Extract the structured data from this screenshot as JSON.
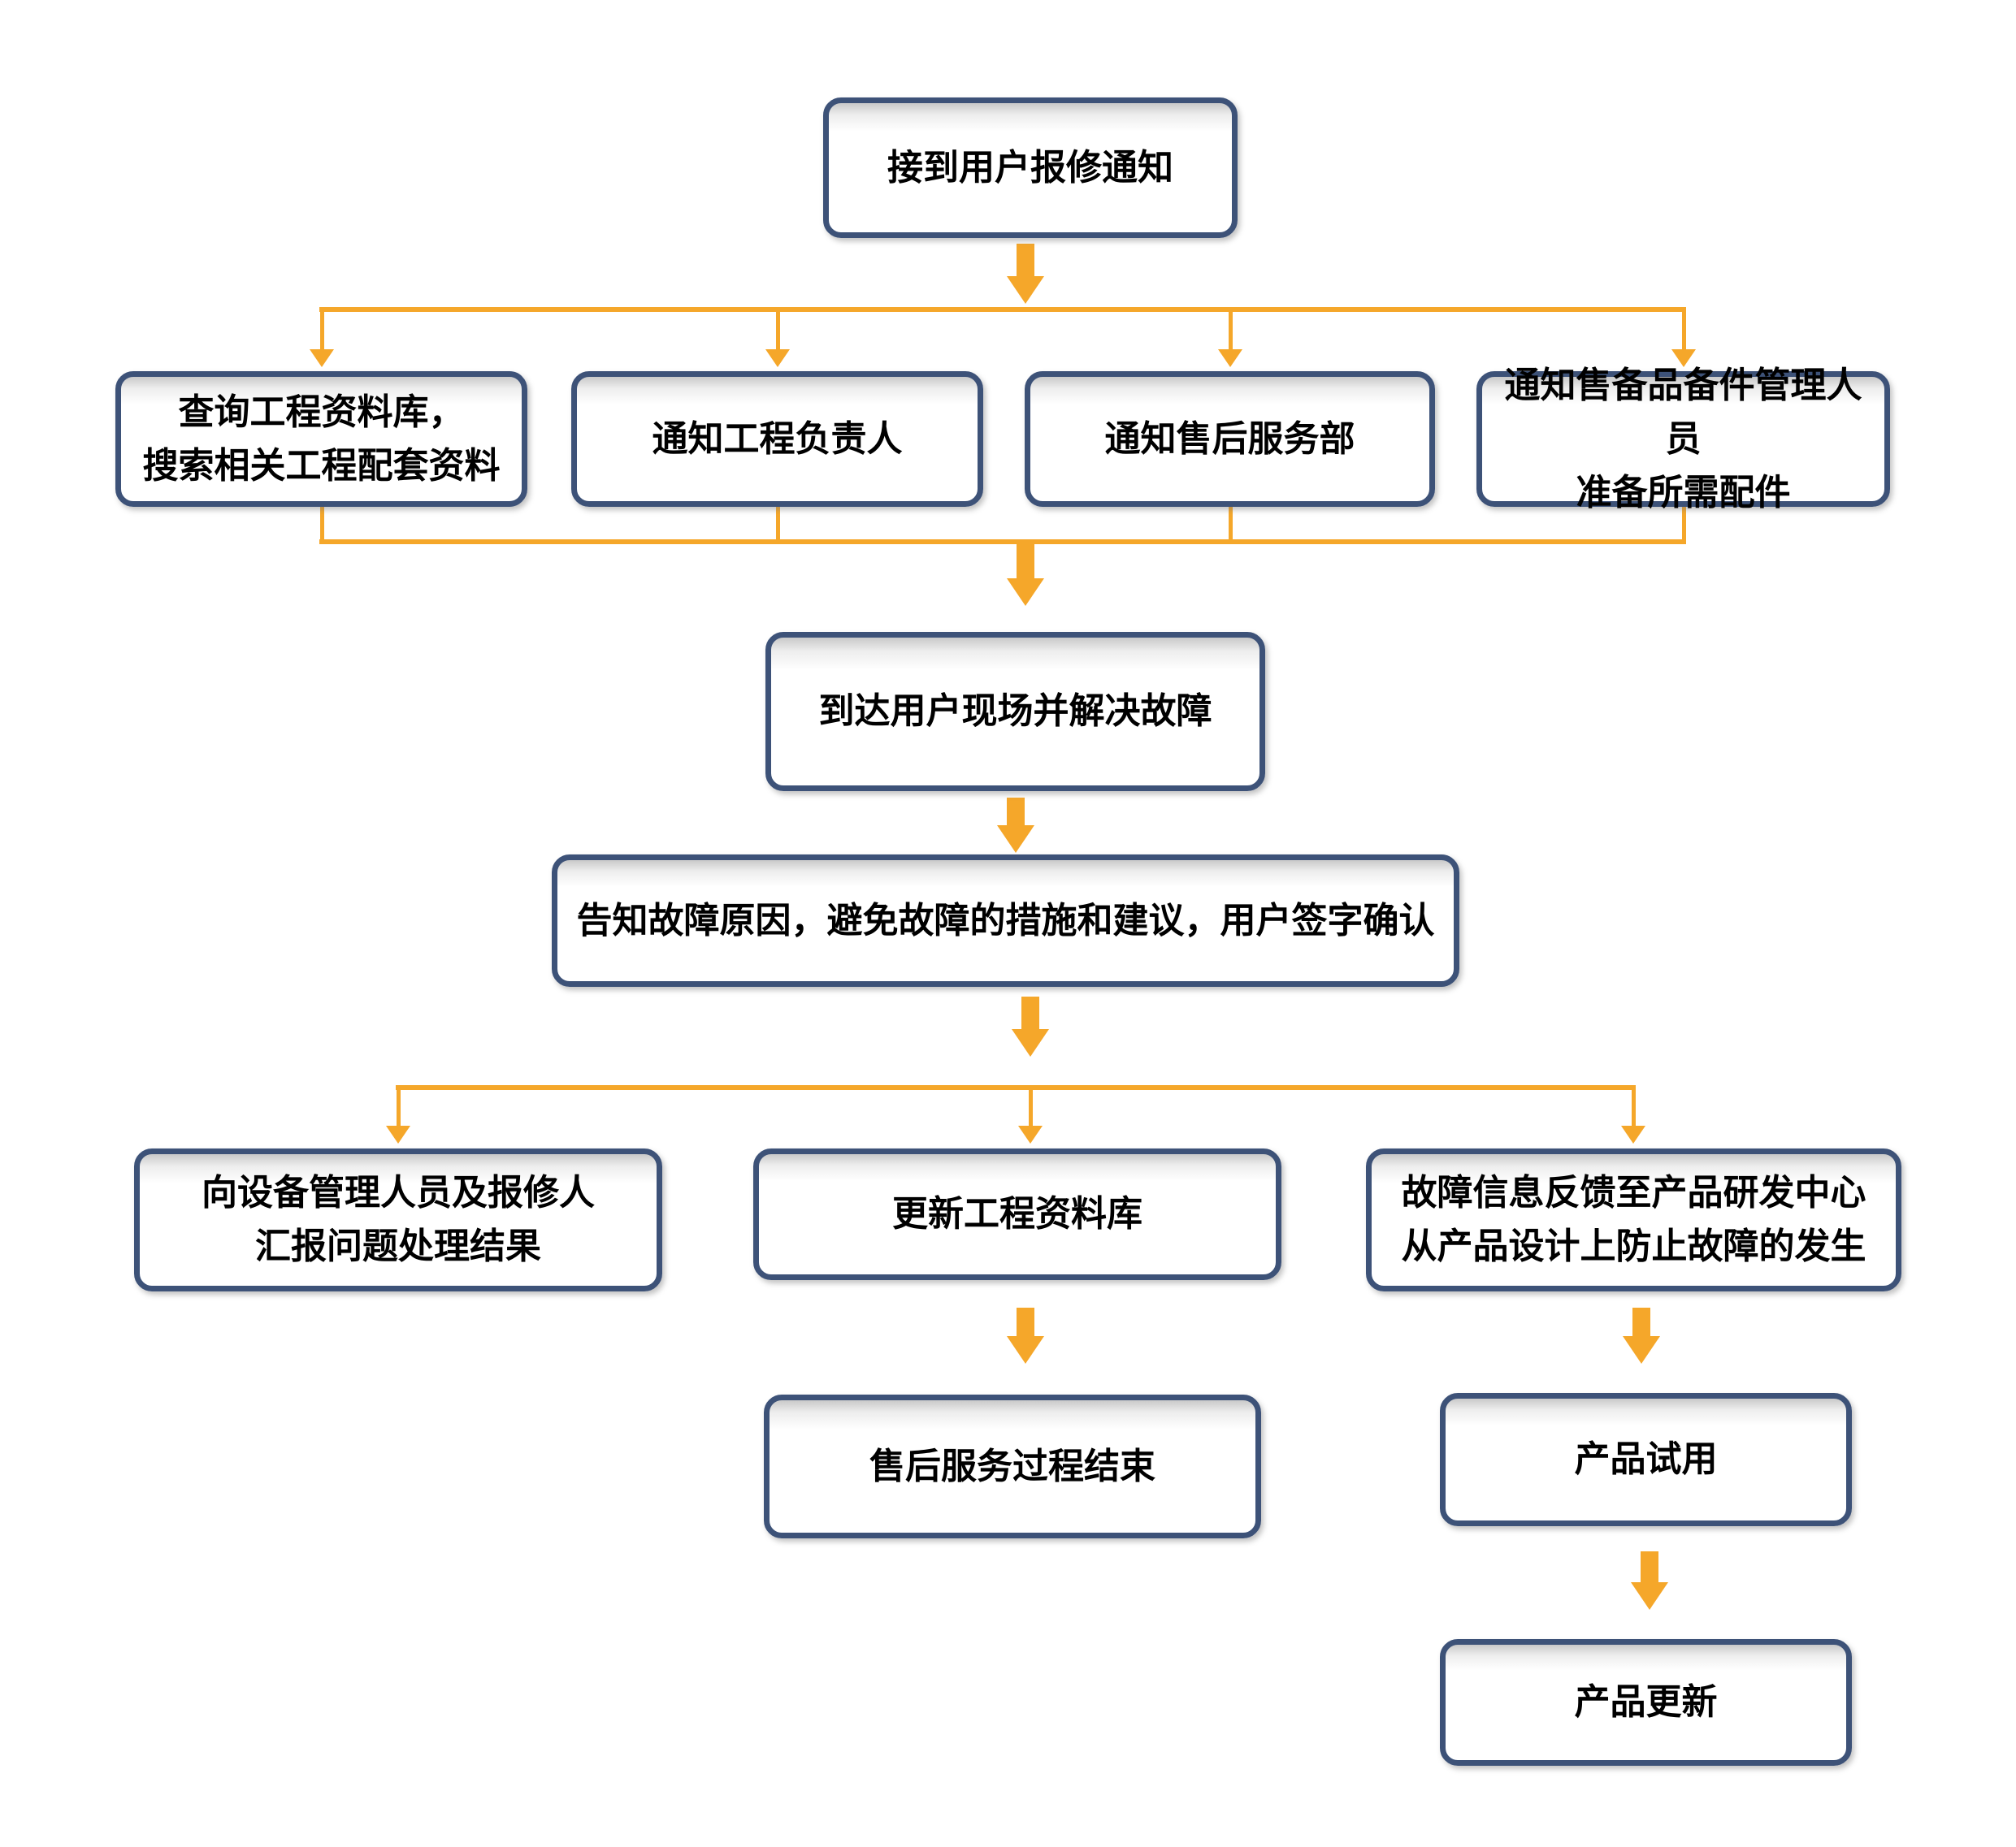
{
  "colors": {
    "connector_orange": "#F5A72A",
    "node_border_navy": "#3D5278",
    "node_text": "#000000",
    "background": "#FFFFFF"
  },
  "nodes": [
    {
      "id": "receive-repair-notice",
      "label": "接到用户报修通知"
    },
    {
      "id": "query-engineering-database",
      "label": "查询工程资料库，\n搜索相关工程配套资料"
    },
    {
      "id": "notify-project-manager",
      "label": "通知工程负责人"
    },
    {
      "id": "notify-after-sales-dept",
      "label": "通知售后服务部"
    },
    {
      "id": "notify-spare-parts-manager",
      "label": "通知售备品备件管理人员\n准备所需配件"
    },
    {
      "id": "arrive-and-resolve",
      "label": "到达用户现场并解决故障"
    },
    {
      "id": "inform-cause-user-sign",
      "label": "告知故障原因，避免故障的措施和建议，用户签字确认"
    },
    {
      "id": "report-handling-results",
      "label": "向设备管理人员及报修人\n汇报问题处理结果"
    },
    {
      "id": "update-engineering-database",
      "label": "更新工程资料库"
    },
    {
      "id": "feedback-to-rd-center",
      "label": "故障信息反馈至产品研发中心\n从产品设计上防止故障的发生"
    },
    {
      "id": "after-sales-process-end",
      "label": "售后服务过程结束"
    },
    {
      "id": "product-trial",
      "label": "产品试用"
    },
    {
      "id": "product-update",
      "label": "产品更新"
    }
  ],
  "edges": [
    {
      "from": "receive-repair-notice",
      "to": "query-engineering-database"
    },
    {
      "from": "receive-repair-notice",
      "to": "notify-project-manager"
    },
    {
      "from": "receive-repair-notice",
      "to": "notify-after-sales-dept"
    },
    {
      "from": "receive-repair-notice",
      "to": "notify-spare-parts-manager"
    },
    {
      "from": "query-engineering-database",
      "to": "arrive-and-resolve"
    },
    {
      "from": "notify-project-manager",
      "to": "arrive-and-resolve"
    },
    {
      "from": "notify-after-sales-dept",
      "to": "arrive-and-resolve"
    },
    {
      "from": "notify-spare-parts-manager",
      "to": "arrive-and-resolve"
    },
    {
      "from": "arrive-and-resolve",
      "to": "inform-cause-user-sign"
    },
    {
      "from": "inform-cause-user-sign",
      "to": "report-handling-results"
    },
    {
      "from": "inform-cause-user-sign",
      "to": "update-engineering-database"
    },
    {
      "from": "inform-cause-user-sign",
      "to": "feedback-to-rd-center"
    },
    {
      "from": "update-engineering-database",
      "to": "after-sales-process-end"
    },
    {
      "from": "feedback-to-rd-center",
      "to": "product-trial"
    },
    {
      "from": "product-trial",
      "to": "product-update"
    }
  ]
}
